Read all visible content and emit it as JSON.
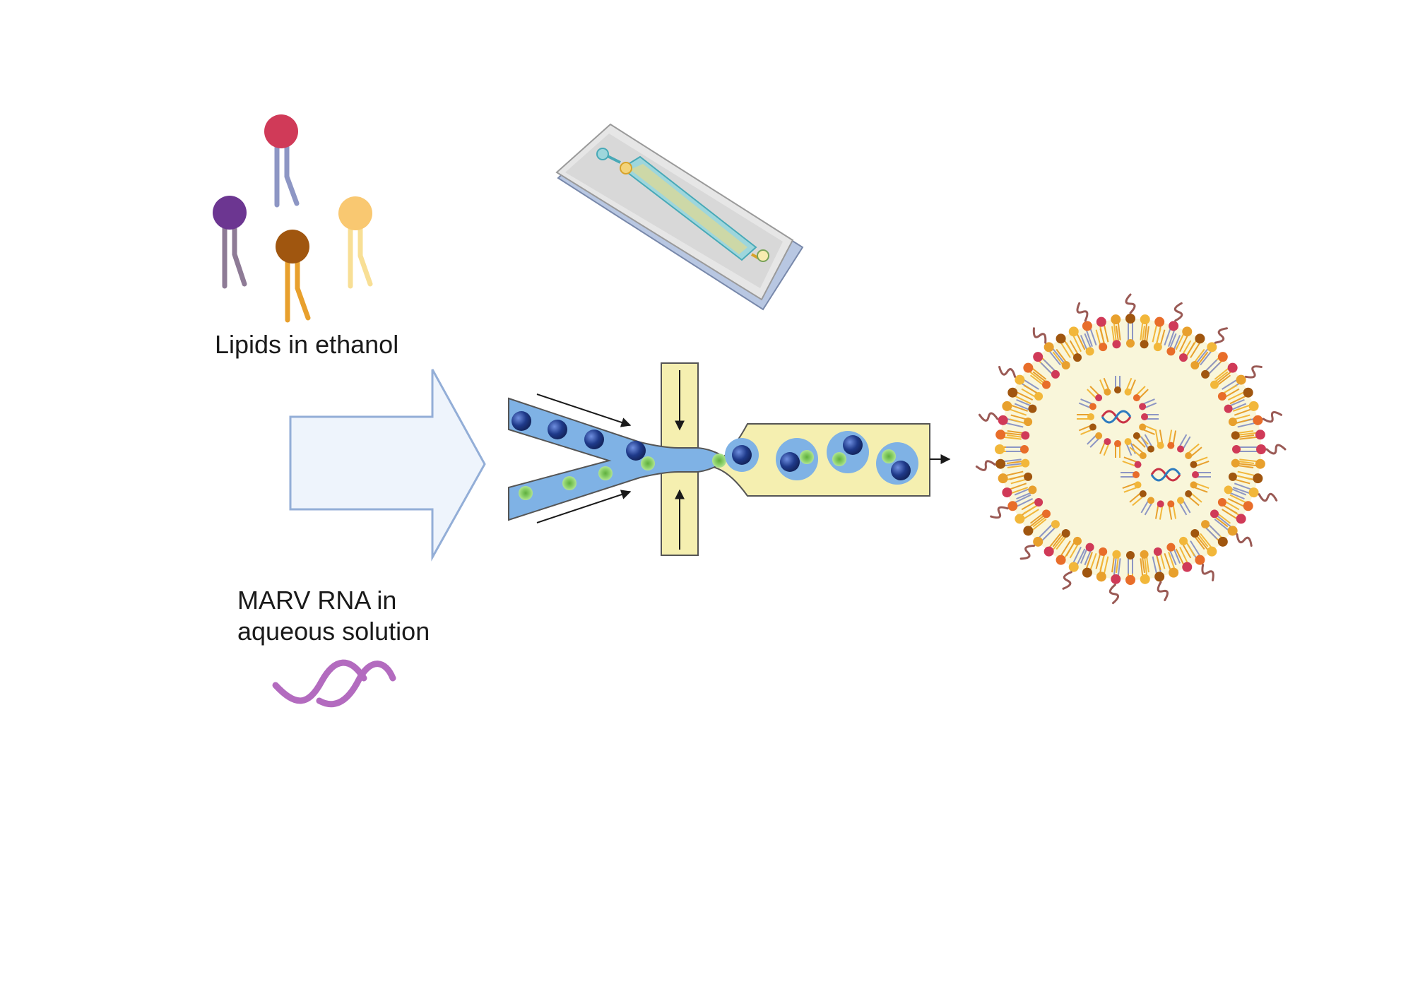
{
  "labels": {
    "lipids": "Lipids in ethanol",
    "rna_line1": "MARV RNA in",
    "rna_line2": "aqueous solution"
  },
  "icons": {
    "lipid_molecules": "lipid-molecule-icon",
    "rna_strand": "rna-strand-icon",
    "microfluidic_chip": "microfluidic-chip-icon",
    "mixing_channel": "microfluidic-junction",
    "lipid_nanoparticle": "lipid-nanoparticle-icon",
    "dna_helix": "dna-helix-icon",
    "flow_arrow": "block-arrow-icon"
  },
  "colors": {
    "lipid_red": "#d03a58",
    "lipid_purple": "#6c3691",
    "lipid_brown": "#a0560f",
    "lipid_yellow": "#f9c871",
    "rna_violet": "#b36bbf",
    "aqueous_blue": "#7fb2e5",
    "lipid_phase_yellow": "#f5efb0",
    "droplet_navy": "#1f3a8a",
    "droplet_green": "#8cd16a",
    "big_arrow_fill": "#eef4fc",
    "big_arrow_stroke": "#93aed7"
  }
}
